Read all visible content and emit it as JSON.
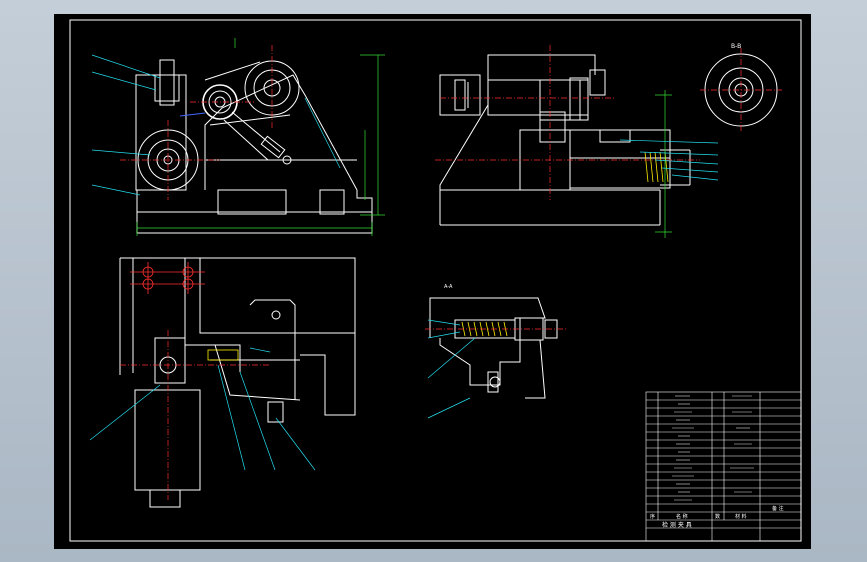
{
  "drawing": {
    "section_label_top": "B-B",
    "section_label_mid": "A-A",
    "title_block": {
      "col_headers": [
        "序",
        "名 称",
        "数",
        "材 料",
        "备 注"
      ],
      "name": "检 测 夹 具"
    },
    "colors": {
      "paper": "#000000",
      "line": "#ffffff",
      "center_line": "#ff3030",
      "dimension": "#33dd33",
      "hatch": "#ffee00",
      "leader": "#22ddee",
      "viewport_bg": "#b7c3cf"
    }
  }
}
